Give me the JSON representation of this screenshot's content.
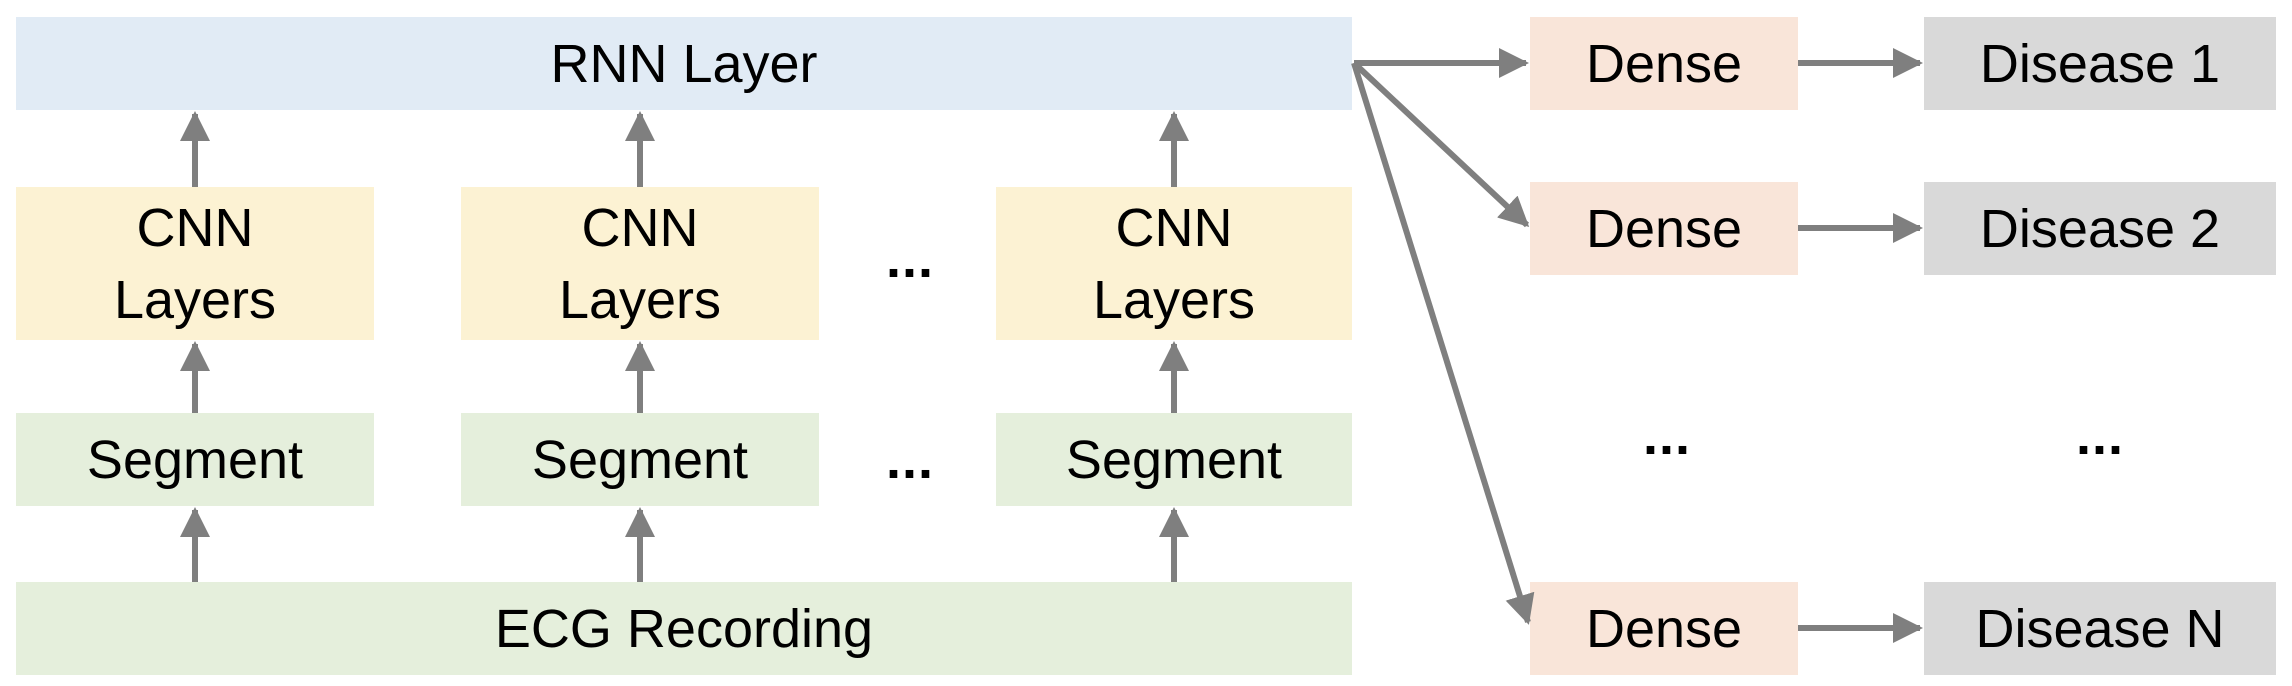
{
  "rnn": {
    "label": "RNN Layer"
  },
  "cnn_blocks": [
    {
      "line1": "CNN",
      "line2": "Layers"
    },
    {
      "line1": "CNN",
      "line2": "Layers"
    },
    {
      "line1": "CNN",
      "line2": "Layers"
    }
  ],
  "segments": [
    "Segment",
    "Segment",
    "Segment"
  ],
  "ecg": {
    "label": "ECG Recording"
  },
  "ellipsis": "...",
  "dense_blocks": [
    "Dense",
    "Dense",
    "Dense"
  ],
  "diseases": [
    "Disease 1",
    "Disease 2",
    "Disease N"
  ],
  "colors": {
    "rnn": "#e1ebf5",
    "cnn": "#fcf2d3",
    "segment": "#e5efdc",
    "dense": "#f9e5d9",
    "disease": "#d9d9d9",
    "arrow": "#7f7f7f"
  }
}
